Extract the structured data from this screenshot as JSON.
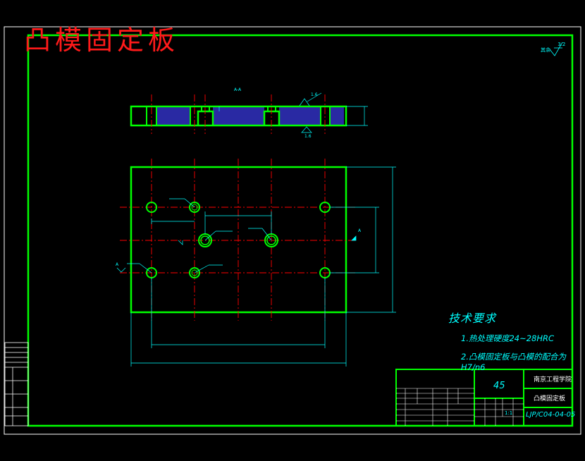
{
  "title": "凸模固定板",
  "section_label": "A-A",
  "section_marks": [
    "A",
    "A"
  ],
  "roughness_top": "1.6",
  "roughness_bottom": "1.6",
  "roughness_general": "3.2",
  "roughness_general_label": "其余",
  "technical_requirements": {
    "heading": "技术要求",
    "items": [
      "1.热处理硬度24~28HRC",
      "2.凸模固定板与凸模的配合为H7/n6"
    ]
  },
  "title_block": {
    "material": "45",
    "school": "南京工程学院",
    "part_name": "凸模固定板",
    "drawing_code": "LJP/C04-04-05",
    "scale": "1:1"
  },
  "colors": {
    "outline": "#00ff00",
    "centerline": "#ff0000",
    "dimension": "#00ffff",
    "frame": "#ffffff",
    "hatch": "#4040ff"
  }
}
